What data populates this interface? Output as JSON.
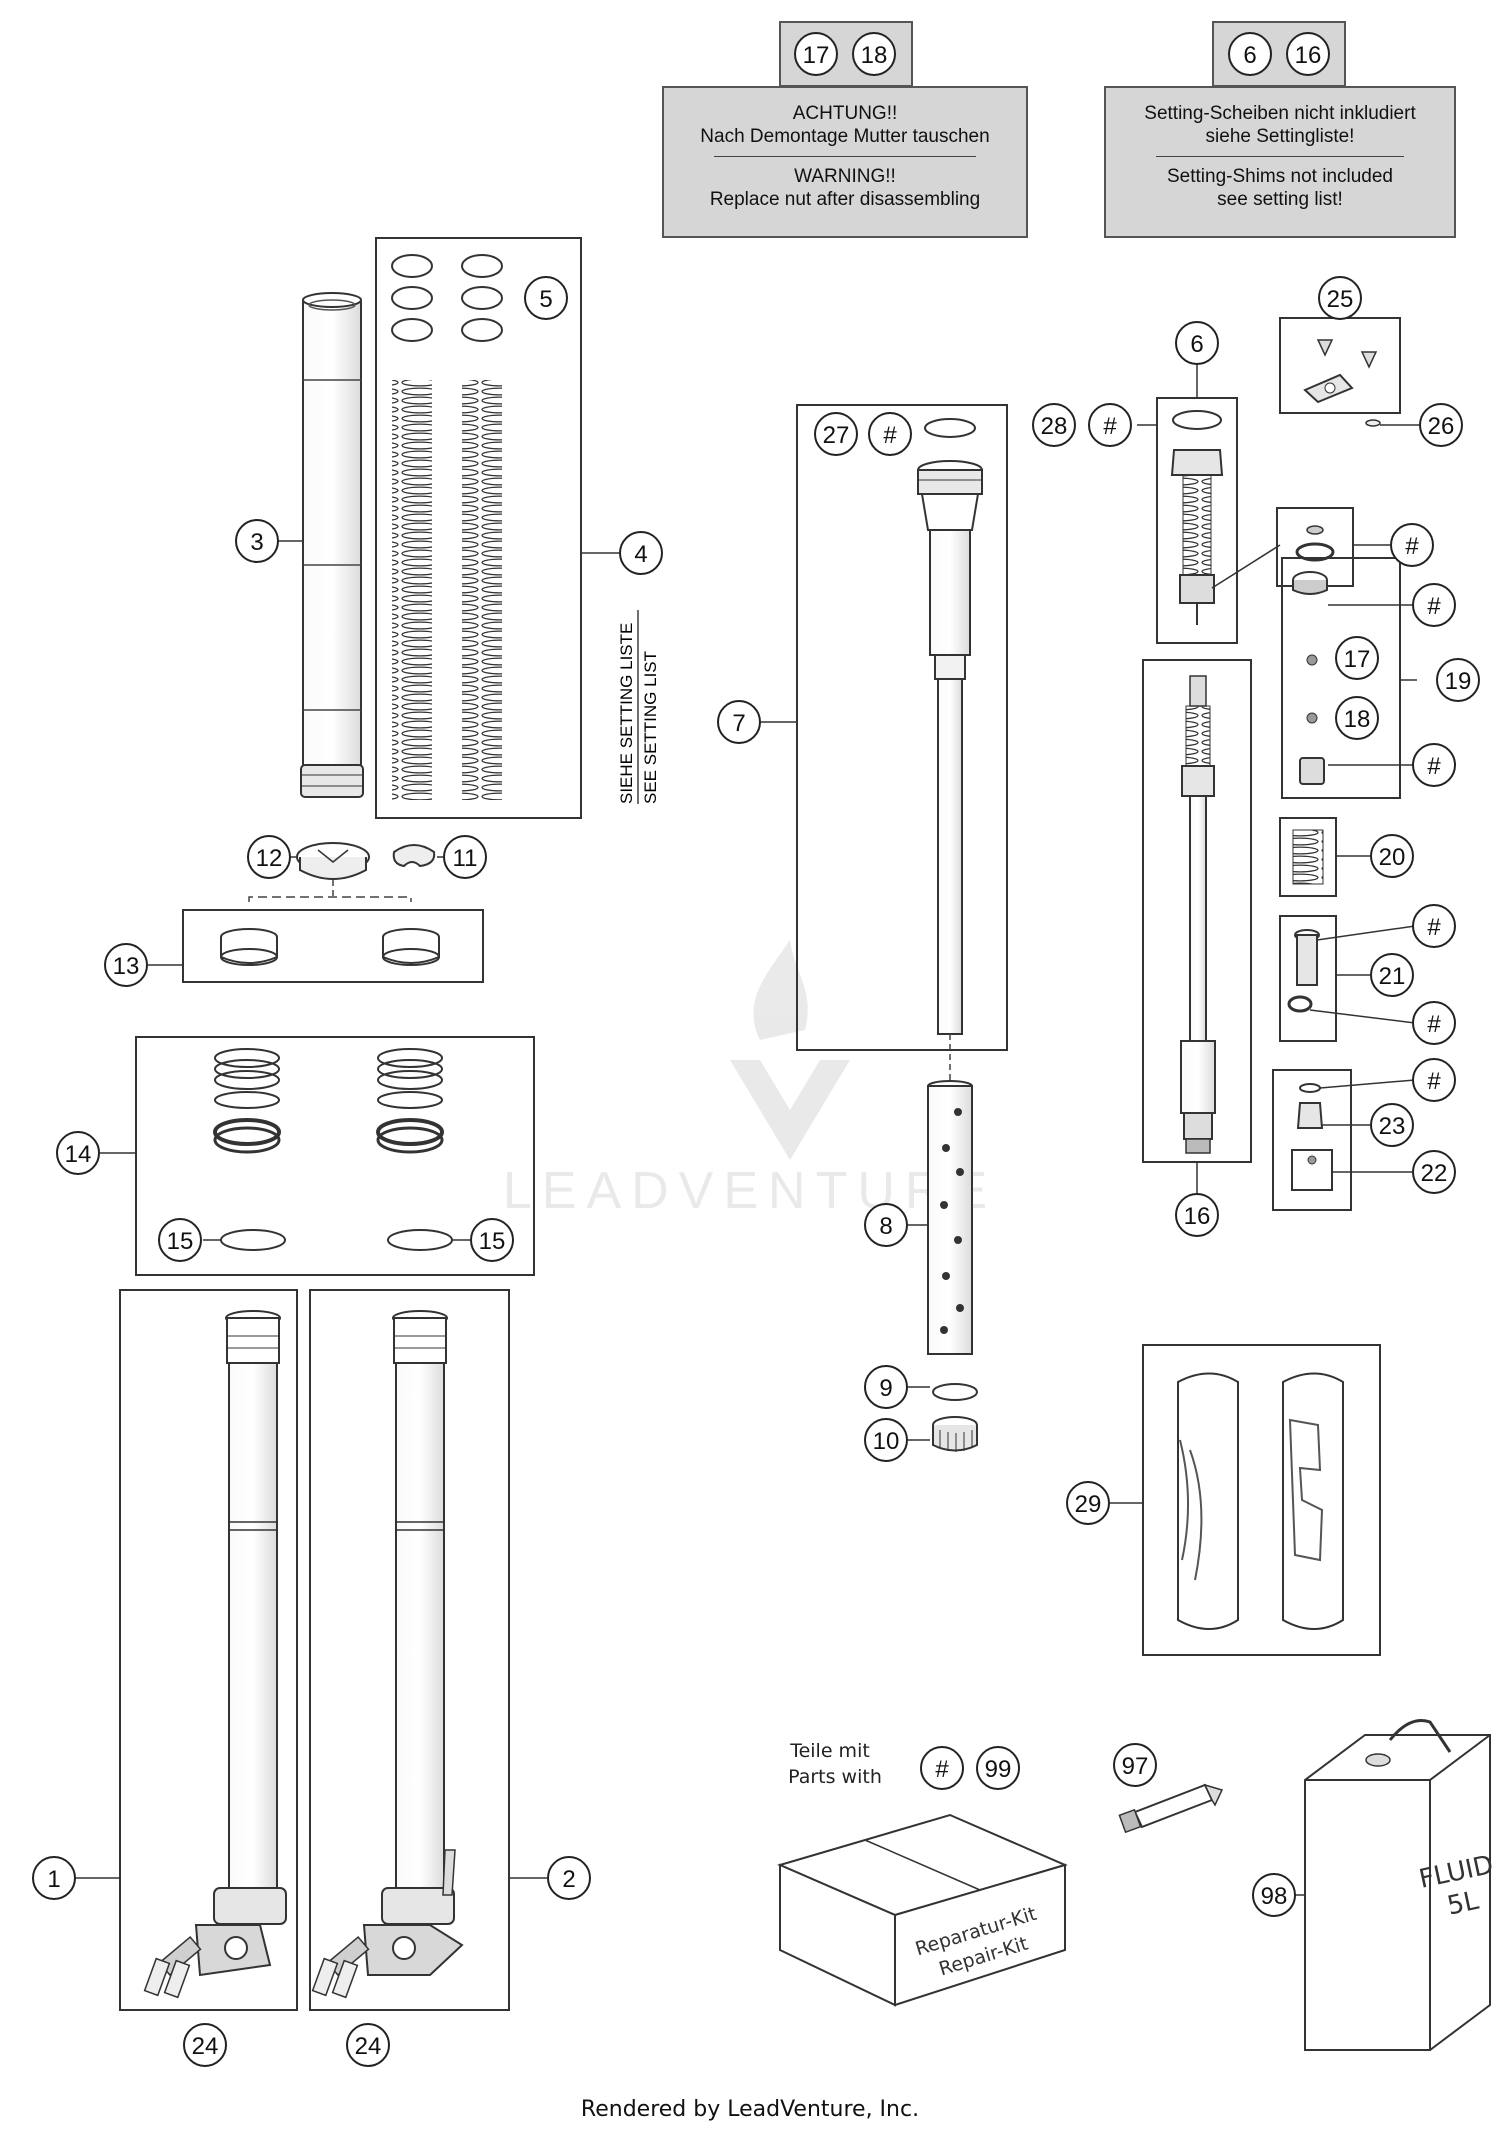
{
  "notices": {
    "left": {
      "tabs": [
        "17",
        "18"
      ],
      "de_title": "ACHTUNG!!",
      "de_text": "Nach Demontage Mutter tauschen",
      "en_title": "WARNING!!",
      "en_text": "Replace nut after disassembling"
    },
    "right": {
      "tabs": [
        "6",
        "16"
      ],
      "de_line1": "Setting-Scheiben nicht inkludiert",
      "de_line2": "siehe Settingliste!",
      "en_line1": "Setting-Shims not included",
      "en_line2": "see setting list!"
    }
  },
  "side_note": {
    "line1": "SIEHE SETTING LISTE",
    "line2": "SEE SETTING LIST"
  },
  "callouts": {
    "c1": "1",
    "c2": "2",
    "c3": "3",
    "c4": "4",
    "c5": "5",
    "c6": "6",
    "c7": "7",
    "c8": "8",
    "c9": "9",
    "c10": "10",
    "c11": "11",
    "c12": "12",
    "c13": "13",
    "c14": "14",
    "c15a": "15",
    "c15b": "15",
    "c16": "16",
    "c17": "17",
    "c18": "18",
    "c19": "19",
    "c20": "20",
    "c21": "21",
    "c22": "22",
    "c23": "23",
    "c24a": "24",
    "c24b": "24",
    "c25": "25",
    "c26": "26",
    "c27": "27",
    "c28": "28",
    "c29": "29",
    "c97": "97",
    "c98": "98",
    "c99": "99",
    "h27": "#",
    "h28": "#",
    "h6a": "#",
    "h19a": "#",
    "h19b": "#",
    "h21a": "#",
    "h21b": "#",
    "h23": "#",
    "hkit": "#"
  },
  "kit": {
    "line1": "Teile mit",
    "line2": "Parts with",
    "box_line1": "Reparatur-Kit",
    "box_line2": "Repair-Kit"
  },
  "can_label": {
    "line1": "FLUID",
    "line2": "5L"
  },
  "watermark": "LEADVENTURE",
  "footer": "Rendered by LeadVenture, Inc."
}
